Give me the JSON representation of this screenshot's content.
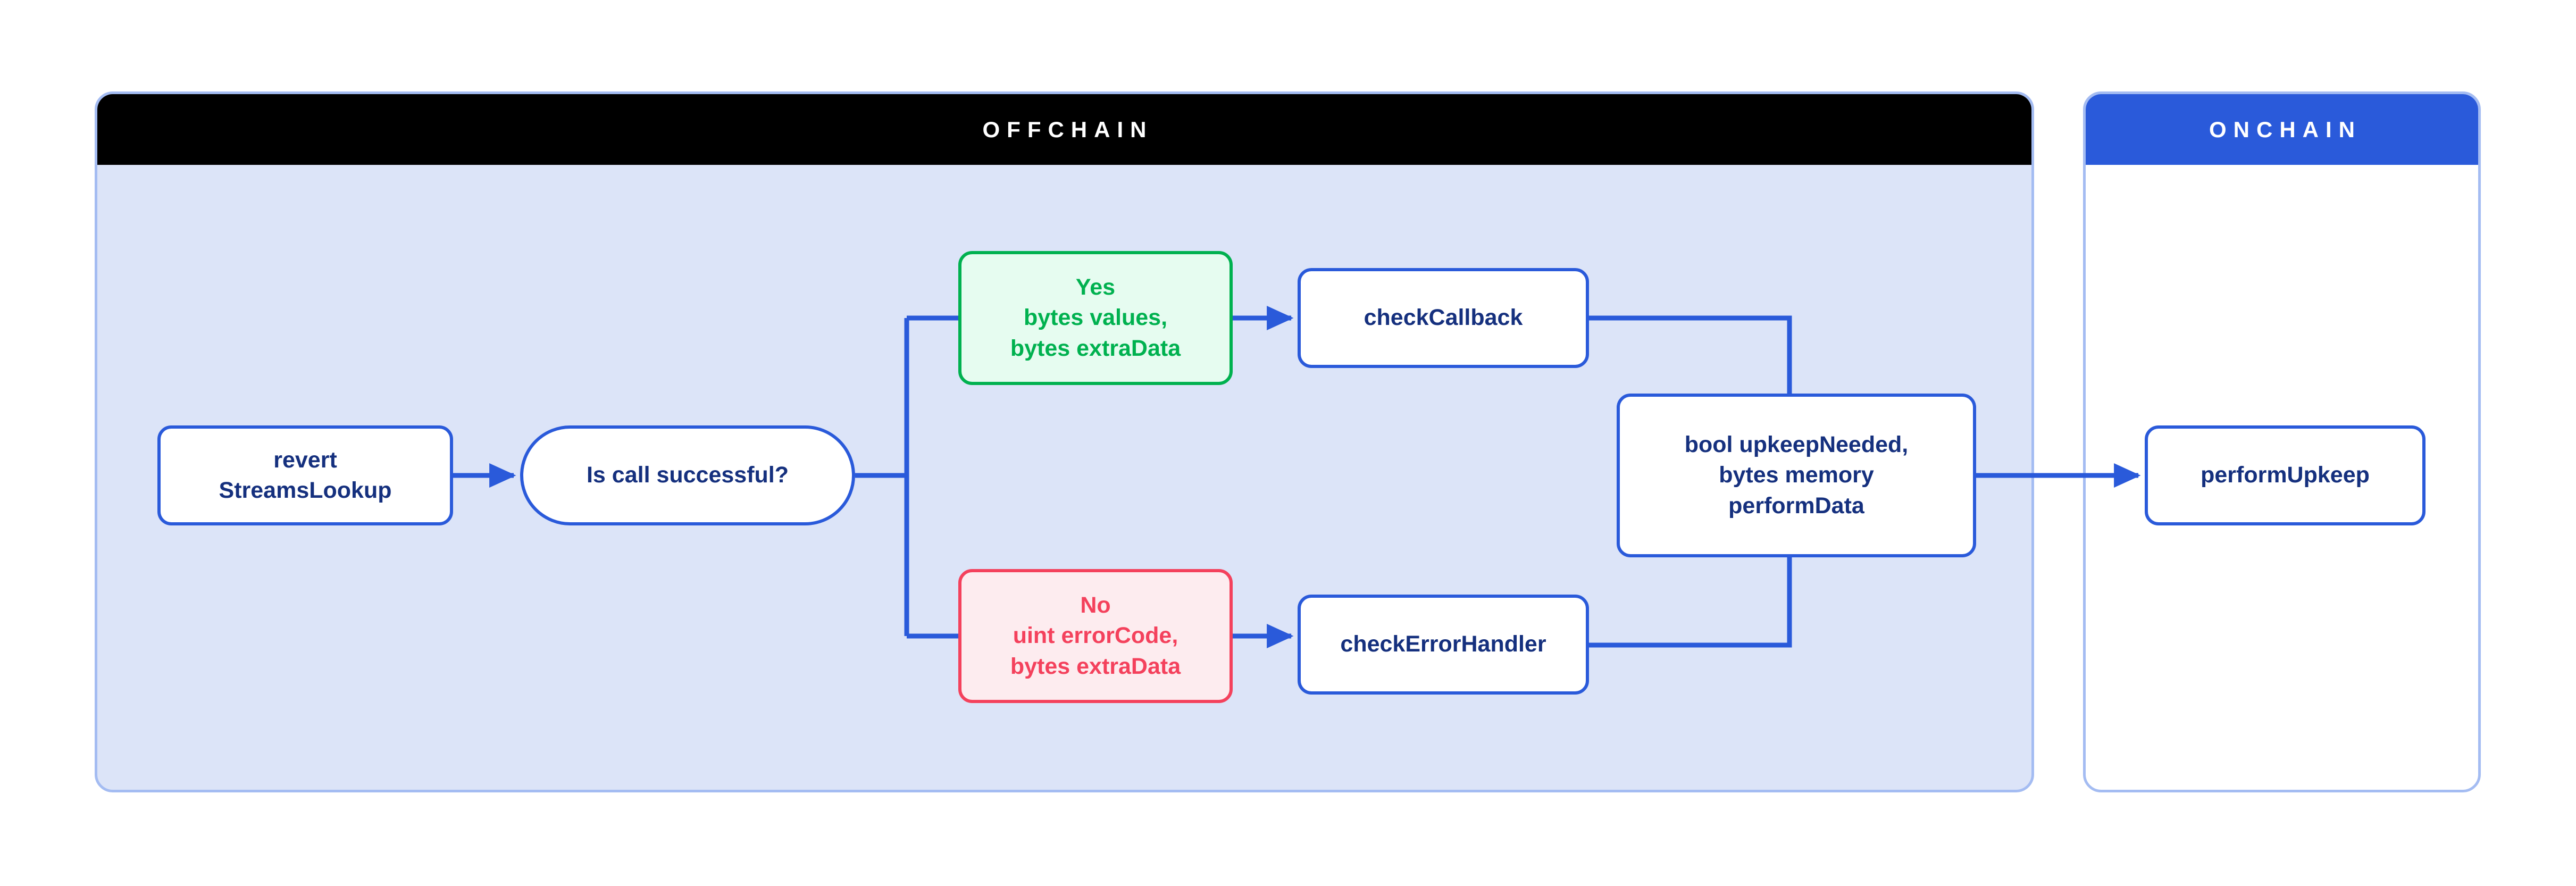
{
  "diagram": {
    "title_offchain": "OFFCHAIN",
    "title_onchain": "ONCHAIN",
    "colors": {
      "offchain_header_bg": "#000000",
      "onchain_header_bg": "#2a5ada",
      "offchain_panel_bg": "#dce4f8",
      "panel_border": "#a4bcf2",
      "node_border": "#2a5ada",
      "node_text": "#15307e",
      "success": "#00b14f",
      "success_bg": "#e6fcf0",
      "error": "#f4415c",
      "error_bg": "#fdecef",
      "connector": "#2a5ada"
    }
  },
  "panels": {
    "offchain": {
      "label": "OFFCHAIN"
    },
    "onchain": {
      "label": "ONCHAIN"
    }
  },
  "nodes": {
    "revert": {
      "label": "revert\nStreamsLookup"
    },
    "decision": {
      "label": "Is call successful?"
    },
    "yes": {
      "label": "Yes\nbytes values,\nbytes extraData"
    },
    "no": {
      "label": "No\nuint errorCode,\nbytes extraData"
    },
    "check_callback": {
      "label": "checkCallback"
    },
    "check_error_handler": {
      "label": "checkErrorHandler"
    },
    "upkeep_result": {
      "label": "bool upkeepNeeded,\nbytes memory\nperformData"
    },
    "perform_upkeep": {
      "label": "performUpkeep"
    }
  },
  "edges": [
    {
      "from": "revert",
      "to": "decision",
      "arrow": true
    },
    {
      "from": "decision",
      "to": "yes",
      "arrow": false
    },
    {
      "from": "decision",
      "to": "no",
      "arrow": false
    },
    {
      "from": "yes",
      "to": "check_callback",
      "arrow": true
    },
    {
      "from": "no",
      "to": "check_error_handler",
      "arrow": true
    },
    {
      "from": "check_callback",
      "to": "upkeep_result",
      "arrow": false
    },
    {
      "from": "check_error_handler",
      "to": "upkeep_result",
      "arrow": false
    },
    {
      "from": "upkeep_result",
      "to": "perform_upkeep",
      "arrow": true
    }
  ]
}
